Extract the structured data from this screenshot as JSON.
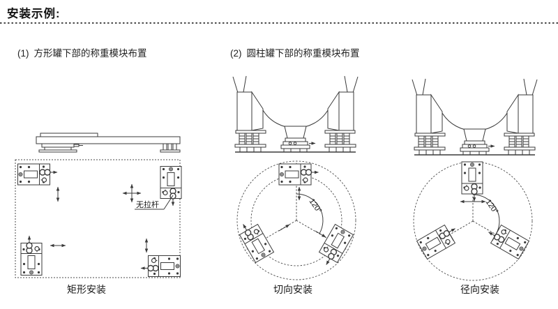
{
  "title": "安装示例:",
  "sections": {
    "one": {
      "index": "(1)",
      "heading": "方形罐下部的称重模块布置"
    },
    "two": {
      "index": "(2)",
      "heading": "圆柱罐下部的称重模块布置"
    }
  },
  "labels": {
    "no_tie_rod": "无拉杆",
    "angle_tangential": "120°",
    "angle_radial": "120°"
  },
  "captions": {
    "rectangular": "矩形安装",
    "tangential": "切向安装",
    "radial": "径向安装"
  },
  "colors": {
    "line": "#3a3a3a",
    "text": "#111111",
    "accent_gray": "#8f8f8f"
  }
}
